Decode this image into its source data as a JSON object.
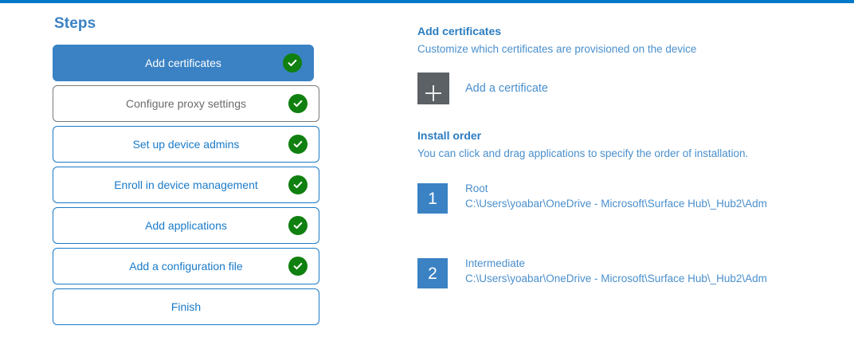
{
  "theme": {
    "accent_bar": "#0078c8",
    "active_step_bg": "#3a82c4",
    "link_blue": "#1a7ac9",
    "check_green": "#108010",
    "tile_gray": "#5c6166",
    "muted_gray": "#6b6b6b"
  },
  "steps_panel": {
    "title": "Steps",
    "items": [
      {
        "label": "Add certificates",
        "state": "active",
        "completed": true,
        "icon": "check-circle-icon"
      },
      {
        "label": "Configure proxy settings",
        "state": "muted",
        "completed": true,
        "icon": "check-circle-icon"
      },
      {
        "label": "Set up device admins",
        "state": "default",
        "completed": true,
        "icon": "check-circle-icon"
      },
      {
        "label": "Enroll in device management",
        "state": "default",
        "completed": true,
        "icon": "check-circle-icon"
      },
      {
        "label": "Add applications",
        "state": "default",
        "completed": true,
        "icon": "check-circle-icon"
      },
      {
        "label": "Add a configuration file",
        "state": "default",
        "completed": true,
        "icon": "check-circle-icon"
      },
      {
        "label": "Finish",
        "state": "default",
        "completed": false,
        "icon": ""
      }
    ]
  },
  "content": {
    "certificates": {
      "title": "Add certificates",
      "subtitle": "Customize which certificates are provisioned on the device",
      "add_button_label": "Add a certificate",
      "add_button_icon": "plus-icon"
    },
    "install_order": {
      "title": "Install order",
      "subtitle": "You can click and drag applications to specify the order of installation.",
      "items": [
        {
          "number": "1",
          "name": "Root",
          "path": "C:\\Users\\yoabar\\OneDrive - Microsoft\\Surface Hub\\_Hub2\\Adm"
        },
        {
          "number": "2",
          "name": "Intermediate",
          "path": "C:\\Users\\yoabar\\OneDrive - Microsoft\\Surface Hub\\_Hub2\\Adm"
        }
      ]
    }
  }
}
